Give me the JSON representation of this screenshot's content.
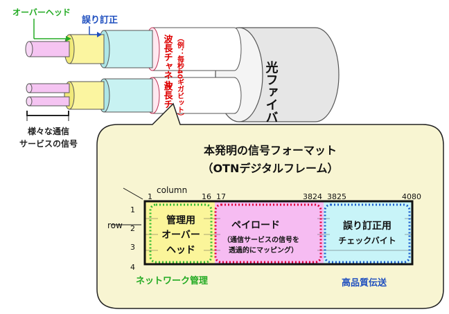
{
  "top_labels": {
    "overhead": "オーバーヘッド",
    "fec": "誤り訂正"
  },
  "cable": {
    "fiber_label": "光ファイバ",
    "channel_label": "波長チャネル",
    "channel_note": "（例：毎秒40ギガビット）",
    "signals_label_line1": "様々な通信",
    "signals_label_line2": "サービスの信号"
  },
  "frame": {
    "title_line1": "本発明の信号フォーマット",
    "title_line2": "（OTNデジタルフレーム）",
    "column_label": "column",
    "row_label": "row",
    "col_ticks": [
      "1",
      "16",
      "17",
      "3824",
      "3825",
      "4080"
    ],
    "row_ticks": [
      "1",
      "2",
      "3",
      "4"
    ],
    "overhead_block": [
      "管理用",
      "オーバー",
      "ヘッド"
    ],
    "payload_title": "ペイロード",
    "payload_sub_line1": "（通信サービスの信号を",
    "payload_sub_line2": "透過的にマッピング）",
    "fec_block_line1": "誤り訂正用",
    "fec_block_line2": "チェックバイト",
    "network_mgmt": "ネットワーク管理",
    "high_quality": "高品質伝送"
  },
  "colors": {
    "overhead_label": "#22aa22",
    "fec_label": "#1f4fbf",
    "channel_text": "#dd0000",
    "bubble_fill": "#f8f5d2",
    "overhead_fill": "#fbf59a",
    "payload_fill": "#f6bcf2",
    "fec_fill": "#c8f4f8",
    "payload_border": "#e0003a",
    "overhead_border": "#33bb33",
    "fec_border": "#1e5fcf"
  }
}
